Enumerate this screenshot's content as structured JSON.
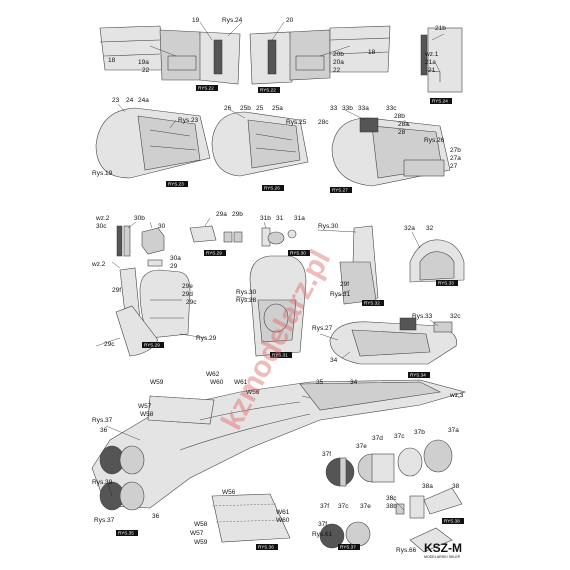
{
  "watermark": "kzmodelarz.pl",
  "logo": {
    "brand": "KSZ-M",
    "sub": "MODELARSKI SKLEP"
  },
  "figure_tags": {
    "r22a": "RYS.22",
    "r22b": "RYS.22",
    "r24": "RYS.24",
    "r23": "RYS.23",
    "r26": "RYS.26",
    "r27": "RYS.27",
    "r29a": "RYS.29",
    "r29b": "RYS.29",
    "r30": "RYS.30",
    "r31": "RYS.31",
    "r32": "RYS.32",
    "r33": "RYS.33",
    "r34": "RYS.34",
    "r35": "RYS.35",
    "r36": "RYS.36",
    "r37": "RYS.37",
    "r38": "RYS.38"
  },
  "labels": {
    "l19a": "19",
    "lrys24": "Rys.24",
    "l20a": "20",
    "l18a": "18",
    "l19a2": "19a",
    "l22a": "22",
    "l20b": "20b",
    "l20a2": "20a",
    "l22b": "22",
    "l18b": "18",
    "l21b": "21b",
    "lwz1": "wz.1",
    "l21a": "21a",
    "l21": "21",
    "l23": "23",
    "l24": "24",
    "l24a": "24a",
    "lrys23": "Rys.23",
    "lrys19": "Rys.19",
    "l26": "26",
    "l25b": "25b",
    "l25": "25",
    "l25a": "25a",
    "lrys25": "Rys.25",
    "l33": "33",
    "l33b": "33b",
    "l33a": "33a",
    "l33c": "33c",
    "l28c": "28c",
    "l28b": "28b",
    "l28a": "28a",
    "l28": "28",
    "lrys26": "Rys.26",
    "l27b": "27b",
    "l27a": "27a",
    "l27": "27",
    "lwz2": "wz.2",
    "l30c": "30c",
    "l30b": "30b",
    "l30": "30",
    "lwz2b": "wz.2",
    "l30a": "30a",
    "l29": "29",
    "l29a": "29a",
    "l29b": "29b",
    "l31b": "31b",
    "l31": "31",
    "l31a": "31a",
    "lrys30a": "Rys.30",
    "l32a": "32a",
    "l32": "32",
    "l29f": "29f",
    "l29e": "29e",
    "l29d": "29d",
    "l29c": "29c",
    "l29c2": "29c",
    "lrys29": "Rys.29",
    "lrys30b": "Rys.30",
    "lrys28": "Rys.28",
    "l29f2": "29f",
    "lrys31": "Rys.31",
    "lrys33": "Rys.33",
    "l32c": "32c",
    "lrys27": "Rys.27",
    "l34": "34",
    "lw62": "W62",
    "lw59": "W59",
    "lw60": "W60",
    "lw61": "W61",
    "lw56": "W56",
    "lw57": "W57",
    "lw58": "W58",
    "l35": "35",
    "l34b": "34",
    "lwz3": "wz.3",
    "lrys37": "Rys.37",
    "l36a": "36",
    "lrys39": "Rys.39",
    "l36b": "36",
    "lrys37b": "Rys.37",
    "lw56b": "W56",
    "lw58b": "W58",
    "lw57b": "W57",
    "lw59b": "W59",
    "lw61b": "W61",
    "lw60b": "W60",
    "l37f": "37f",
    "l37e": "37e",
    "l37d": "37d",
    "l37c": "37c",
    "l37b": "37b",
    "l37a": "37a",
    "l37f2": "37f",
    "l37c2": "37c",
    "l37e2": "37e",
    "l37f3": "37f",
    "lrys61": "Rys.61",
    "l38c": "38c",
    "l38b": "38b",
    "l38a": "38a",
    "l38": "38",
    "lrys66": "Rys.66"
  }
}
